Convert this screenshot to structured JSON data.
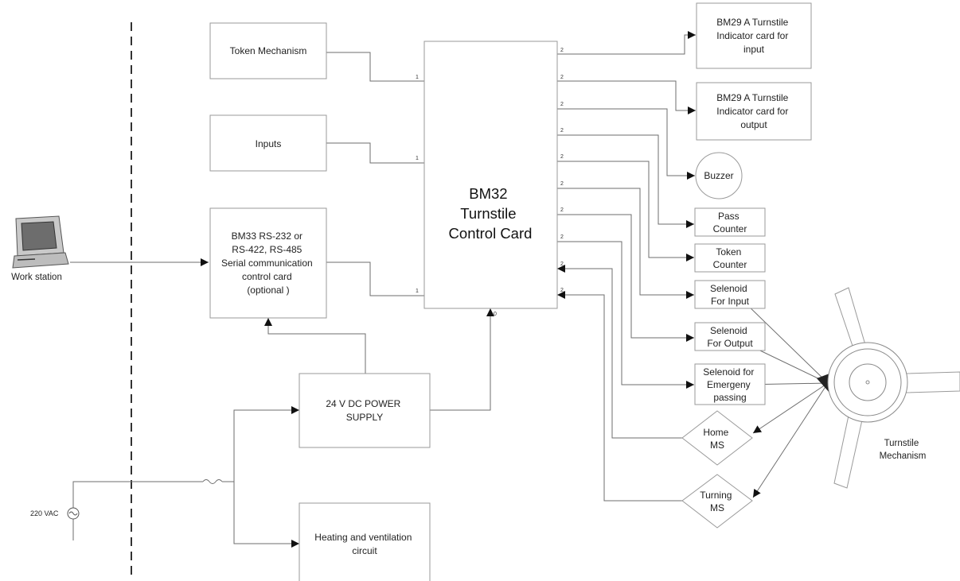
{
  "blocks": {
    "token_mechanism": [
      "Token Mechanism"
    ],
    "inputs": [
      "Inputs"
    ],
    "serial_card": [
      "BM33 RS-232  or",
      "RS-422, RS-485",
      "Serial communication",
      "control card",
      "(optional )"
    ],
    "control_card": [
      "BM32",
      "Turnstile",
      "Control Card"
    ],
    "indicator_input": [
      "BM29 A Turnstile",
      "Indicator card for",
      "input"
    ],
    "indicator_output": [
      "BM29 A Turnstile",
      "Indicator card for",
      "output"
    ],
    "buzzer": [
      "Buzzer"
    ],
    "pass_counter": [
      "Pass",
      "Counter"
    ],
    "token_counter": [
      "Token",
      "Counter"
    ],
    "selenoid_input": [
      "Selenoid",
      "For Input"
    ],
    "selenoid_output": [
      "Selenoid",
      "For Output"
    ],
    "selenoid_emergency": [
      "Selenoid for",
      "Emergeny",
      "passing"
    ],
    "home_ms": [
      "Home",
      "MS"
    ],
    "turning_ms": [
      "Turning",
      "MS"
    ],
    "power_supply": [
      "24 V DC POWER",
      "SUPPLY"
    ],
    "heating": [
      "Heating and ventilation",
      "circuit"
    ],
    "turnstile_mechanism": [
      "Turnstile",
      "Mechanism"
    ],
    "workstation": [
      "Work station"
    ],
    "vac": [
      "220 VAC"
    ]
  },
  "pins": {
    "in": "1",
    "out": "2",
    "power": "0"
  }
}
